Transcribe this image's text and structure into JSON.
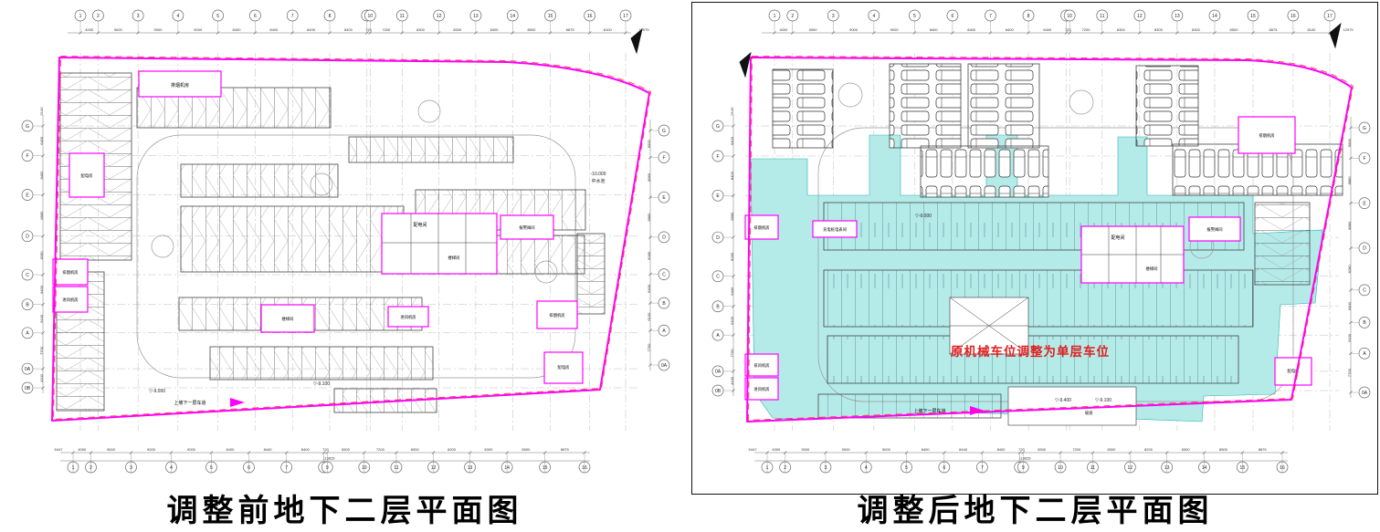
{
  "colors": {
    "boundary": "#ff00ff",
    "boundary_dash": "#ff2a2a",
    "highlight": "#b4ebe9",
    "annotation": "#e02020",
    "grid": "#bdbdbd",
    "dim_text": "#333333",
    "frame": "#111111"
  },
  "plans": [
    {
      "id": "before",
      "title": "调整前地下二层平面图",
      "axes": {
        "top": {
          "labels": [
            "1",
            "2",
            "3",
            "4",
            "5",
            "6",
            "7",
            "8",
            "9",
            "10",
            "11",
            "12",
            "13",
            "14",
            "15",
            "16",
            "17"
          ],
          "dims": [
            4000,
            9000,
            9000,
            9000,
            8400,
            8400,
            8400,
            8400,
            720,
            7200,
            8300,
            8300,
            8300,
            8500,
            8875,
            8100
          ],
          "edge": "12975"
        },
        "bottom": {
          "labels": [
            "1",
            "2",
            "3",
            "4",
            "5",
            "6",
            "7",
            "8",
            "9",
            "10",
            "11",
            "12",
            "13",
            "14",
            "15",
            "16"
          ],
          "dims": [
            4000,
            9000,
            9000,
            9000,
            8400,
            8440,
            8400,
            720,
            8300,
            7200,
            8300,
            8200,
            8300,
            8500,
            8875
          ],
          "lead": "5447",
          "total": "118625"
        },
        "left": {
          "labels": [
            "G",
            "F",
            "E",
            "D",
            "C",
            "B",
            "A",
            "0A",
            "0B"
          ],
          "dims": [
            6400,
            8400,
            8880,
            8280,
            6400,
            6100,
            7700,
            4100
          ],
          "lead": "9140"
        },
        "right": {
          "labels": [
            "G",
            "F",
            "E",
            "D",
            "C",
            "B",
            "A",
            "0A"
          ],
          "dims": [
            6000,
            8880,
            8880,
            8280,
            6400,
            6100,
            7700
          ]
        }
      },
      "labels": {
        "smoke_room_tl": "排烟机房",
        "dist_room_left": "配电房",
        "smoke_room_left": "排烟机房",
        "fan_room_left": "进风机房",
        "core_dist": "配电间",
        "core_stair": "楼梯间",
        "alarm_room": "报警阀间",
        "smoke_room_br": "排烟机房",
        "dist_room_br": "配电房",
        "fan_room_b1": "进风机房",
        "stair_mid": "楼梯间",
        "ramp": "上坡下一层车道",
        "elev1": "▽-9.000",
        "elev2": "▽-9.100",
        "water_elev": "-10.000",
        "water_room": "中水池"
      }
    },
    {
      "id": "after",
      "title": "调整后地下二层平面图",
      "annotation": "原机械车位调整为单层车位",
      "axes": {
        "top": {
          "labels": [
            "1",
            "2",
            "3",
            "4",
            "5",
            "6",
            "7",
            "8",
            "9",
            "10",
            "11",
            "12",
            "13",
            "14",
            "15",
            "16",
            "17"
          ],
          "dims": [
            4000,
            9000,
            9000,
            9000,
            8400,
            8400,
            8400,
            8400,
            720,
            7200,
            8300,
            8300,
            8300,
            8500,
            8875,
            8100
          ],
          "edge": "12975"
        },
        "bottom": {
          "labels": [
            "1",
            "2",
            "3",
            "4",
            "5",
            "6",
            "7",
            "8",
            "9",
            "10",
            "11",
            "12",
            "13",
            "14",
            "15",
            "16"
          ],
          "dims": [
            4000,
            9000,
            9000,
            9000,
            8400,
            8440,
            8400,
            720,
            8300,
            7200,
            8300,
            8200,
            8300,
            8500,
            8875
          ],
          "lead": "5447",
          "total": "118625"
        },
        "left": {
          "labels": [
            "G",
            "F",
            "E",
            "D",
            "C",
            "B",
            "A",
            "0A",
            "0B"
          ],
          "dims": [
            6400,
            8400,
            8880,
            8280,
            6400,
            6100,
            7700,
            4100
          ],
          "lead": "9140"
        },
        "right": {
          "labels": [
            "G",
            "F",
            "E",
            "D",
            "C",
            "B",
            "A",
            "0A"
          ],
          "dims": [
            6000,
            8880,
            8880,
            8280,
            6400,
            6100,
            7700
          ]
        }
      },
      "labels": {
        "smoke_room_left": "排烟机房",
        "charge_meter": "充电桩电表间",
        "exhaust_fan": "排风机房",
        "fan_room_left": "进风机房",
        "core_dist": "配电间",
        "core_stair": "楼梯间",
        "alarm_room": "报警阀间",
        "smoke_room_tr": "排烟机房",
        "dist_room_br": "配电房",
        "ramp": "上坡下一层车道",
        "ramp_slope": "坡道",
        "elev1": "▽-9.000",
        "elev2": "▽-9.400",
        "elev3": "▽-9.100"
      }
    }
  ]
}
